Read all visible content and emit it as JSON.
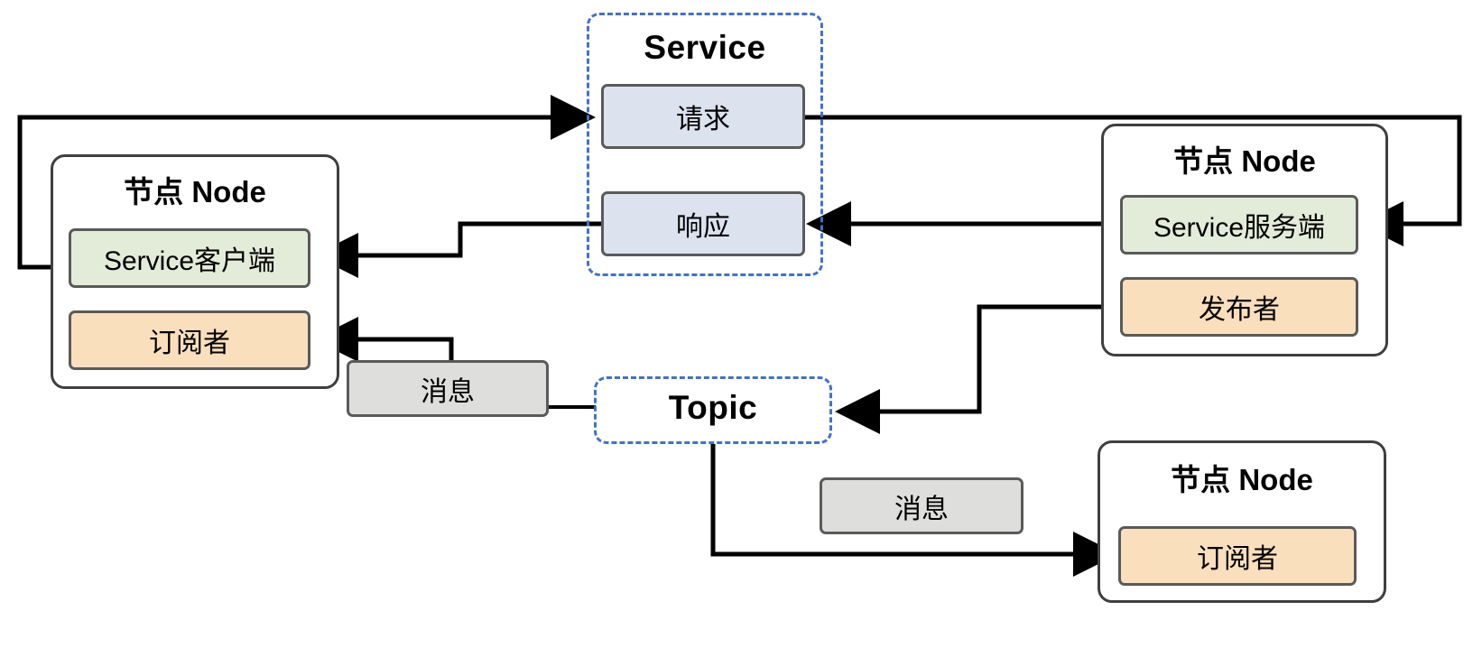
{
  "diagram": {
    "title": "ROS Service and Topic communication diagram",
    "colors": {
      "dashed_group_border": "#4472c4",
      "node_border": "#3f3f3f",
      "chip_border": "#5a5a5a",
      "blue_fill": "#dde2ef",
      "green_fill": "#e3ecd9",
      "orange_fill": "#fadfbd",
      "gray_fill": "#dededd",
      "connector": "#000000",
      "background": "#ffffff"
    }
  },
  "groups": {
    "service": {
      "label": "Service"
    },
    "topic": {
      "label": "Topic"
    }
  },
  "nodes": {
    "left": {
      "title": "节点 Node",
      "chips": [
        {
          "label": "Service客户端",
          "color": "green"
        },
        {
          "label": "订阅者",
          "color": "orange"
        }
      ]
    },
    "right_top": {
      "title": "节点 Node",
      "chips": [
        {
          "label": "Service服务端",
          "color": "green"
        },
        {
          "label": "发布者",
          "color": "orange"
        }
      ]
    },
    "right_bottom": {
      "title": "节点 Node",
      "chips": [
        {
          "label": "订阅者",
          "color": "orange"
        }
      ]
    }
  },
  "service_chips": {
    "request": {
      "label": "请求",
      "color": "blue"
    },
    "response": {
      "label": "响应",
      "color": "blue"
    }
  },
  "messages": {
    "upper": {
      "label": "消息",
      "color": "gray"
    },
    "lower": {
      "label": "消息",
      "color": "gray"
    }
  },
  "connectors": [
    {
      "name": "client-to-request",
      "from": "Service客户端",
      "to": "请求",
      "arrow": true
    },
    {
      "name": "request-to-server",
      "from": "请求",
      "to": "Service服务端",
      "arrow": true
    },
    {
      "name": "server-to-response",
      "from": "Service服务端",
      "to": "响应",
      "arrow": true
    },
    {
      "name": "response-to-client",
      "from": "响应",
      "to": "Service客户端",
      "arrow": true
    },
    {
      "name": "publisher-to-topic",
      "from": "发布者",
      "to": "Topic",
      "arrow": true
    },
    {
      "name": "topic-to-upper-message",
      "from": "Topic",
      "to": "消息",
      "arrow": false
    },
    {
      "name": "upper-message-to-subscriber",
      "from": "消息",
      "to": "订阅者",
      "arrow": true
    },
    {
      "name": "topic-to-lower-subscriber",
      "from": "Topic",
      "to": "订阅者",
      "arrow": true
    }
  ]
}
